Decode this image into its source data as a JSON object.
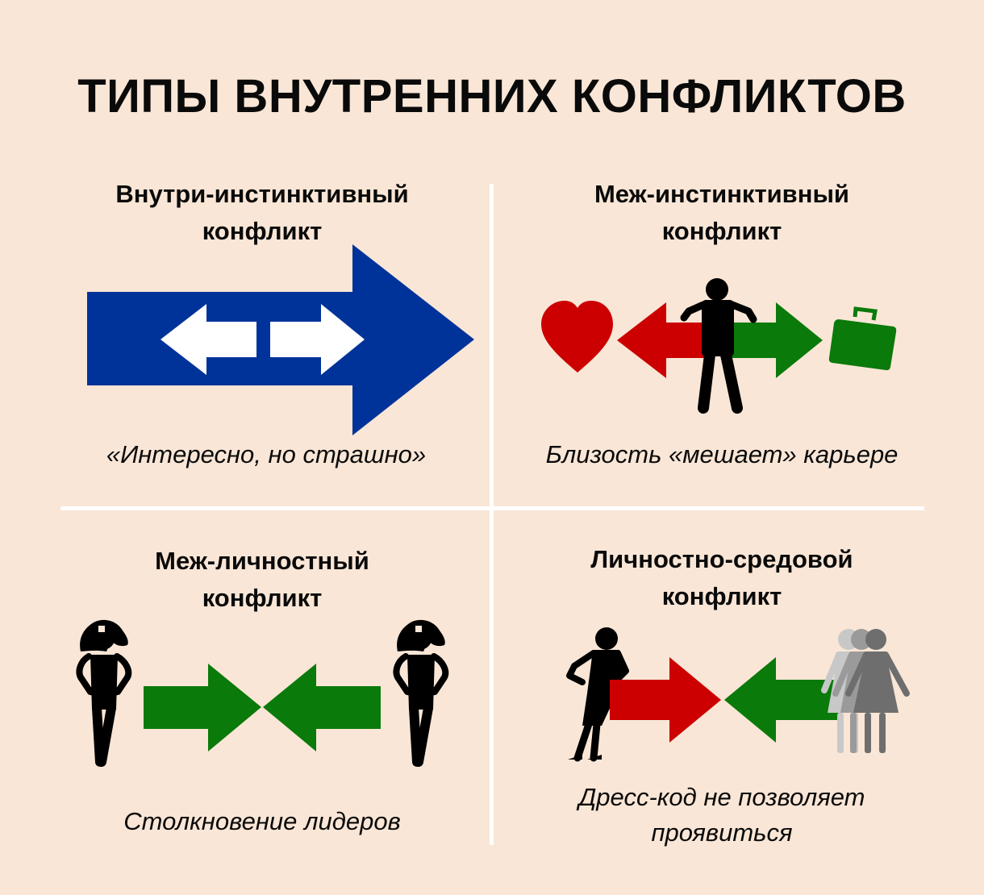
{
  "title": "ТИПЫ ВНУТРЕННИХ КОНФЛИКТОВ",
  "colors": {
    "background": "#f9e6d6",
    "divider": "#ffffff",
    "blue": "#003399",
    "red": "#cc0000",
    "green": "#0a7a0a",
    "black": "#000000",
    "gray": "#8a8a8a"
  },
  "quadrants": [
    {
      "heading": [
        "Внутри-инстинктивный",
        "конфликт"
      ],
      "caption": [
        "«Интересно, но страшно»"
      ],
      "icons": [
        "big-blue-arrow-icon",
        "white-double-arrow-icon"
      ]
    },
    {
      "heading": [
        "Меж-инстинктивный",
        "конфликт"
      ],
      "caption": [
        "Близость «мешает» карьере"
      ],
      "icons": [
        "heart-icon",
        "red-arrow-icon",
        "person-icon",
        "green-arrow-icon",
        "briefcase-icon"
      ]
    },
    {
      "heading": [
        "Меж-личностный",
        "конфликт"
      ],
      "caption": [
        "Столкновение лидеров"
      ],
      "icons": [
        "girl-icon",
        "green-arrows-collide-icon",
        "girl-icon"
      ]
    },
    {
      "heading": [
        "Личностно-средовой",
        "конфликт"
      ],
      "caption": [
        "Дресс-код не позволяет",
        "проявиться"
      ],
      "icons": [
        "woman-posing-icon",
        "red-arrow-icon",
        "green-arrow-icon",
        "women-group-icon"
      ]
    }
  ]
}
